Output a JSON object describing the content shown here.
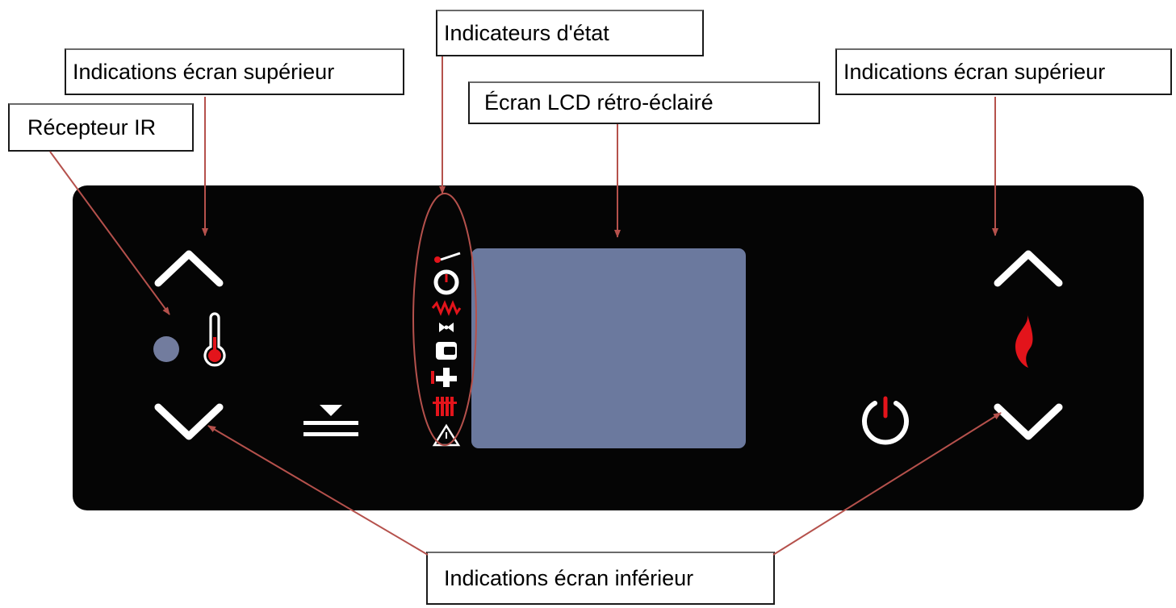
{
  "callouts": {
    "status_indicators": "Indicateurs d'état",
    "upper_display_left": "Indications écran supérieur",
    "upper_display_right": "Indications écran supérieur",
    "lcd_screen": "Écran LCD rétro-éclairé",
    "ir_receiver": "Récepteur IR",
    "lower_display": "Indications écran inférieur"
  },
  "icons": {
    "left_up": "chevron-up-icon",
    "left_down": "chevron-down-icon",
    "thermometer": "thermometer-icon",
    "menu": "menu-icon",
    "power": "power-icon",
    "flame": "flame-icon",
    "right_up": "chevron-up-icon",
    "right_down": "chevron-down-icon"
  },
  "colors": {
    "panel": "#050505",
    "lcd": "#6b799e",
    "ir": "#727c9e",
    "leader": "#b5514c",
    "accent_red": "#e3141b",
    "icon_white": "#ffffff"
  }
}
